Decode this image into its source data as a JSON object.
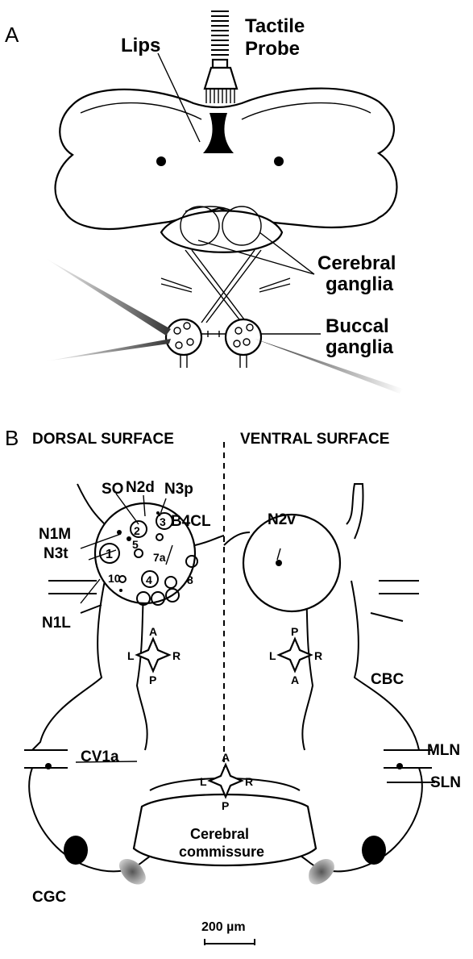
{
  "panel_a": {
    "letter": "A",
    "labels": {
      "tactile": "Tactile",
      "probe": "Probe",
      "lips": "Lips",
      "cerebral_line1": "Cerebral",
      "cerebral_line2": "ganglia",
      "buccal_line1": "Buccal",
      "buccal_line2": "ganglia"
    }
  },
  "panel_b": {
    "letter": "B",
    "dorsal_surface": "DORSAL SURFACE",
    "ventral_surface": "VENTRAL SURFACE",
    "neuron_labels": {
      "so": "SO",
      "n2d": "N2d",
      "n3p": "N3p",
      "b4cl": "B4CL",
      "n1m": "N1M",
      "n3t": "N3t",
      "n1l": "N1L",
      "n2v": "N2v",
      "cbc": "CBC",
      "cv1a": "CV1a",
      "mln": "MLN",
      "sln": "SLN",
      "cgc": "CGC",
      "commissure_line1": "Cerebral",
      "commissure_line2": "commissure"
    },
    "cell_numbers": {
      "c1": "1",
      "c2": "2",
      "c3": "3",
      "c4": "4",
      "c5": "5",
      "c7a": "7a",
      "c8": "8",
      "c10": "10"
    },
    "compass_dorsal": {
      "top": "A",
      "bottom": "P",
      "left": "L",
      "right": "R"
    },
    "compass_ventral": {
      "top": "P",
      "bottom": "A",
      "left": "L",
      "right": "R"
    },
    "compass_center": {
      "top": "A",
      "bottom": "P",
      "left": "L",
      "right": "R"
    },
    "scale_bar": "200 µm"
  }
}
